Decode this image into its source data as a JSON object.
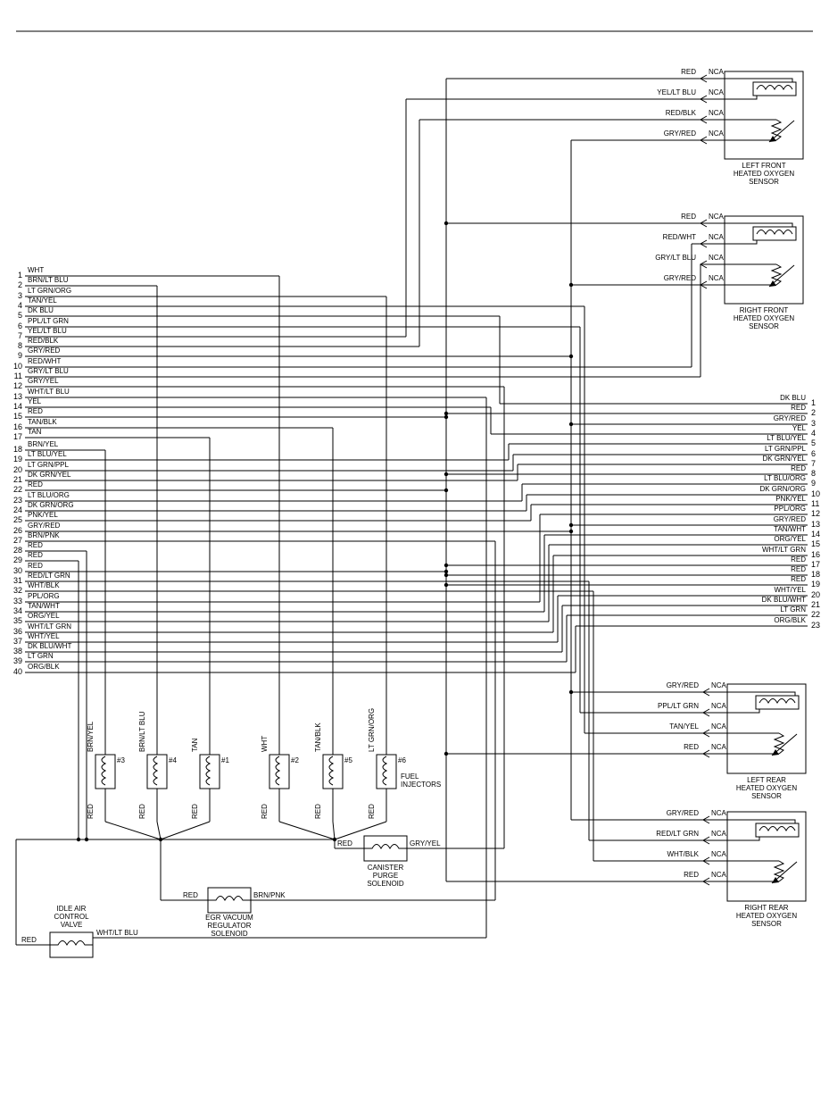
{
  "diagram": {
    "left_connector": {
      "pins": [
        {
          "n": 1,
          "color": "WHT"
        },
        {
          "n": 2,
          "color": "BRN/LT BLU"
        },
        {
          "n": 3,
          "color": "LT GRN/ORG"
        },
        {
          "n": 4,
          "color": "TAN/YEL"
        },
        {
          "n": 5,
          "color": "DK BLU"
        },
        {
          "n": 6,
          "color": "PPL/LT GRN"
        },
        {
          "n": 7,
          "color": "YEL/LT BLU"
        },
        {
          "n": 8,
          "color": "RED/BLK"
        },
        {
          "n": 9,
          "color": "GRY/RED"
        },
        {
          "n": 10,
          "color": "RED/WHT"
        },
        {
          "n": 11,
          "color": "GRY/LT BLU"
        },
        {
          "n": 12,
          "color": "GRY/YEL"
        },
        {
          "n": 13,
          "color": "WHT/LT BLU"
        },
        {
          "n": 14,
          "color": "YEL"
        },
        {
          "n": 15,
          "color": "RED"
        },
        {
          "n": 16,
          "color": "TAN/BLK"
        },
        {
          "n": 17,
          "color": "TAN"
        },
        {
          "n": 18,
          "color": "BRN/YEL"
        },
        {
          "n": 19,
          "color": "LT BLU/YEL"
        },
        {
          "n": 20,
          "color": "LT GRN/PPL"
        },
        {
          "n": 21,
          "color": "DK GRN/YEL"
        },
        {
          "n": 22,
          "color": "RED"
        },
        {
          "n": 23,
          "color": "LT BLU/ORG"
        },
        {
          "n": 24,
          "color": "DK GRN/ORG"
        },
        {
          "n": 25,
          "color": "PNK/YEL"
        },
        {
          "n": 26,
          "color": "GRY/RED"
        },
        {
          "n": 27,
          "color": "BRN/PNK"
        },
        {
          "n": 28,
          "color": "RED"
        },
        {
          "n": 29,
          "color": "RED"
        },
        {
          "n": 30,
          "color": "RED"
        },
        {
          "n": 31,
          "color": "RED/LT GRN"
        },
        {
          "n": 32,
          "color": "WHT/BLK"
        },
        {
          "n": 33,
          "color": "PPL/ORG"
        },
        {
          "n": 34,
          "color": "TAN/WHT"
        },
        {
          "n": 35,
          "color": "ORG/YEL"
        },
        {
          "n": 36,
          "color": "WHT/LT GRN"
        },
        {
          "n": 37,
          "color": "WHT/YEL"
        },
        {
          "n": 38,
          "color": "DK BLU/WHT"
        },
        {
          "n": 39,
          "color": "LT GRN"
        },
        {
          "n": 40,
          "color": "ORG/BLK"
        }
      ]
    },
    "right_connector": {
      "pins": [
        {
          "n": 1,
          "color": "DK BLU"
        },
        {
          "n": 2,
          "color": "RED"
        },
        {
          "n": 3,
          "color": "GRY/RED"
        },
        {
          "n": 4,
          "color": "YEL"
        },
        {
          "n": 5,
          "color": "LT BLU/YEL"
        },
        {
          "n": 6,
          "color": "LT GRN/PPL"
        },
        {
          "n": 7,
          "color": "DK GRN/YEL"
        },
        {
          "n": 8,
          "color": "RED"
        },
        {
          "n": 9,
          "color": "LT BLU/ORG"
        },
        {
          "n": 10,
          "color": "DK GRN/ORG"
        },
        {
          "n": 11,
          "color": "PNK/YEL"
        },
        {
          "n": 12,
          "color": "PPL/ORG"
        },
        {
          "n": 13,
          "color": "GRY/RED"
        },
        {
          "n": 14,
          "color": "TAN/WHT"
        },
        {
          "n": 15,
          "color": "ORG/YEL"
        },
        {
          "n": 16,
          "color": "WHT/LT GRN"
        },
        {
          "n": 17,
          "color": "RED"
        },
        {
          "n": 18,
          "color": "RED"
        },
        {
          "n": 19,
          "color": "RED"
        },
        {
          "n": 20,
          "color": "WHT/YEL"
        },
        {
          "n": 21,
          "color": "DK BLU/WHT"
        },
        {
          "n": 22,
          "color": "LT GRN"
        },
        {
          "n": 23,
          "color": "ORG/BLK"
        }
      ]
    },
    "sensors": [
      {
        "name_lines": [
          "LEFT FRONT",
          "HEATED OXYGEN",
          "SENSOR"
        ],
        "wires": [
          {
            "label": "RED",
            "term": "NCA"
          },
          {
            "label": "YEL/LT BLU",
            "term": "NCA"
          },
          {
            "label": "RED/BLK",
            "term": "NCA"
          },
          {
            "label": "GRY/RED",
            "term": "NCA"
          }
        ]
      },
      {
        "name_lines": [
          "RIGHT FRONT",
          "HEATED OXYGEN",
          "SENSOR"
        ],
        "wires": [
          {
            "label": "RED",
            "term": "NCA"
          },
          {
            "label": "RED/WHT",
            "term": "NCA"
          },
          {
            "label": "GRY/LT BLU",
            "term": "NCA"
          },
          {
            "label": "GRY/RED",
            "term": "NCA"
          }
        ]
      },
      {
        "name_lines": [
          "LEFT REAR",
          "HEATED OXYGEN",
          "SENSOR"
        ],
        "wires": [
          {
            "label": "GRY/RED",
            "term": "NCA"
          },
          {
            "label": "PPL/LT GRN",
            "term": "NCA"
          },
          {
            "label": "TAN/YEL",
            "term": "NCA"
          },
          {
            "label": "RED",
            "term": "NCA"
          }
        ]
      },
      {
        "name_lines": [
          "RIGHT REAR",
          "HEATED OXYGEN",
          "SENSOR"
        ],
        "wires": [
          {
            "label": "GRY/RED",
            "term": "NCA"
          },
          {
            "label": "RED/LT GRN",
            "term": "NCA"
          },
          {
            "label": "WHT/BLK",
            "term": "NCA"
          },
          {
            "label": "RED",
            "term": "NCA"
          }
        ]
      }
    ],
    "injectors": {
      "label_lines": [
        "FUEL",
        "INJECTORS"
      ],
      "items": [
        {
          "num": "#3",
          "top": "BRN/YEL",
          "bottom": "RED"
        },
        {
          "num": "#4",
          "top": "BRN/LT BLU",
          "bottom": "RED"
        },
        {
          "num": "#1",
          "top": "TAN",
          "bottom": "RED"
        },
        {
          "num": "#2",
          "top": "WHT",
          "bottom": "RED"
        },
        {
          "num": "#5",
          "top": "TAN/BLK",
          "bottom": "RED"
        },
        {
          "num": "#6",
          "top": "LT GRN/ORG",
          "bottom": "RED"
        }
      ]
    },
    "solenoids": [
      {
        "name_lines": [
          "CANISTER",
          "PURGE",
          "SOLENOID"
        ],
        "left": "RED",
        "right": "GRY/YEL"
      },
      {
        "name_lines": [
          "EGR VACUUM",
          "REGULATOR",
          "SOLENOID"
        ],
        "left": "RED",
        "right": "BRN/PNK"
      }
    ],
    "iac": {
      "name_lines": [
        "IDLE AIR",
        "CONTROL",
        "VALVE"
      ],
      "left": "RED",
      "top": "WHT/LT BLU"
    }
  }
}
